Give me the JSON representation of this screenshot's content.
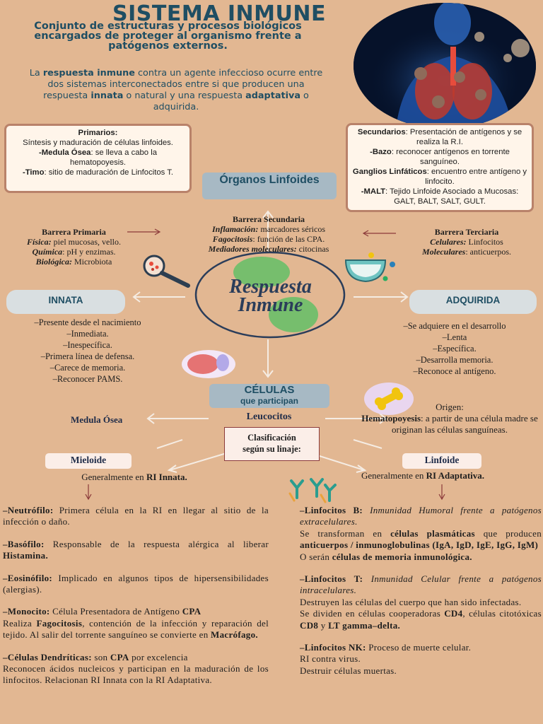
{
  "title": "SISTEMA INMUNE",
  "subtitle": "Conjunto de estructuras y procesos biológicos encargados de proteger al organismo frente a patógenos externos.",
  "intro": {
    "t1": "La ",
    "b1": "respuesta inmune",
    "t2": " contra un agente infeccioso ocurre entre dos sistemas interconectados entre si que producen una respuesta ",
    "b2": "innata",
    "t3": " o natural y una respuesta ",
    "b3": "adaptativa",
    "t4": " o adquirida."
  },
  "primarios": {
    "heading": "Primarios:",
    "line1": "Síntesis y maduración de células linfoides.",
    "b2": "-Medula Ósea",
    "t2": ": se lleva a cabo la hematopoyesis.",
    "b3": "-Timo",
    "t3": ": sitio de maduración de Linfocitos T."
  },
  "secundarios": {
    "heading": "Secundarios",
    "line1": ": Presentación de antígenos y se realiza la R.I.",
    "b2": "-Bazo",
    "t2": ": reconocer antígenos en torrente sanguíneo.",
    "b3": "Ganglios Linfáticos",
    "t3": ": encuentro entre antígeno y linfocito.",
    "b4": "-MALT",
    "t4": ": Tejido Linfoide Asociado a Mucosas:  GALT, BALT, SALT, GULT."
  },
  "organos": "Órganos Linfoides",
  "barrera_secundaria": {
    "title": "Barrera  Secundaria",
    "l1k": "Inflamación:",
    "l1v": " marcadores séricos",
    "l2k": "Fagocitosis",
    "l2v": ": función de las CPA.",
    "l3k": "Mediadores moleculares:",
    "l3v": " citocinas"
  },
  "barrera_primaria": {
    "title": "Barrera Primaria",
    "l1k": "Física:",
    "l1v": " piel mucosas, vello.",
    "l2k": "Química",
    "l2v": ": pH y enzimas.",
    "l3k": "Biológica:",
    "l3v": " Microbiota"
  },
  "barrera_terciaria": {
    "title": "Barrera  Terciaria",
    "l1k": "Celulares:",
    "l1v": " Linfocitos",
    "l2k": "Moleculares",
    "l2v": ": anticuerpos."
  },
  "center": {
    "line1": "Respuesta",
    "line2": "Inmune"
  },
  "innata": {
    "label": "INNATA",
    "items": [
      "–Presente desde el nacimiento",
      "–Inmediata.",
      "–Inespecífica.",
      "–Primera línea de defensa.",
      "–Carece de memoria.",
      "–Reconocer PAMS."
    ]
  },
  "adquirida": {
    "label": "ADQUIRIDA",
    "items": [
      "–Se adquiere en el desarrollo",
      "–Lenta",
      "–Específica.",
      "–Desarrolla memoria.",
      "–Reconoce al antígeno."
    ]
  },
  "celulas": {
    "line1": "CÉLULAS",
    "line2": "que participan"
  },
  "medula": "Medula Ósea",
  "leucocitos": "Leucocitos",
  "origen": {
    "line1": "Origen:",
    "b": "Hematopoyesis",
    "t": ": a partir de una célula madre se originan las células sanguíneas."
  },
  "clasificacion": {
    "line1": "Clasificación",
    "line2": "según su linaje:"
  },
  "mieloide": {
    "label": "Mieloide",
    "general_t": "Generalmente en ",
    "general_b": "RI Innata."
  },
  "linfoide": {
    "label": "Linfoide",
    "general_t": "Generalmente en ",
    "general_b": "RI Adaptativa."
  },
  "mieloide_cells": {
    "neutro_b": "–Neutrófilo:",
    "neutro_t": " Primera célula en la RI en llegar al sitio de la infección o daño.",
    "baso_b": "–Basófilo:",
    "baso_t": " Responsable de la respuesta alérgica al liberar ",
    "baso_b2": "Histamina.",
    "eosi_b": "–Eosinófilo:",
    "eosi_t": " Implicado en algunos tipos de hipersensibilidades (alergias).",
    "mono_b": "–Monocito:",
    "mono_t": " Célula Presentadora de Antígeno ",
    "mono_b2": "CPA",
    "mono_t2": "Realiza ",
    "mono_b3": "Fagocitosis",
    "mono_t3": ", contención de la infección y reparación del tejido. Al salir del torrente sanguíneo se convierte en ",
    "mono_b4": "Macrófago.",
    "dend_b": "–Células Dendríticas:",
    "dend_t": " son ",
    "dend_b2": "CPA",
    "dend_t2": " por excelencia",
    "dend_t3": "Reconocen ácidos nucleicos y participan en la maduración de los linfocitos. Relacionan RI Innata con la RI Adaptativa."
  },
  "linfoide_cells": {
    "lb_b": "–Linfocitos B:",
    "lb_i": " Inmunidad Humoral frente a patógenos extracelulares.",
    "lb_t1": " Se transforman en ",
    "lb_b1": "células plasmáticas",
    "lb_t2": " que producen ",
    "lb_b2": "anticuerpos / inmunoglobulinas (IgA, IgD, IgE, IgG, IgM)",
    "lb_t3": "O serán ",
    "lb_b3": "células de memoria inmunológica.",
    "lt_b": "–Linfocitos T:",
    "lt_i": " Inmunidad Celular frente a patógenos intracelulares.",
    "lt_t1": "Destruyen las células del cuerpo que han sido infectadas.",
    "lt_t2": "Se dividen en células cooperadoras ",
    "lt_b1": "CD4",
    "lt_t3": ", células citotóxicas ",
    "lt_b2": "CD8",
    "lt_t4": " y ",
    "lt_b3": "LT gamma–delta.",
    "nk_b": "–Linfocitos NK:",
    "nk_t": " Proceso de muerte celular.",
    "nk_t2": "RI contra virus.",
    "nk_t3": "Destruir células muertas."
  },
  "colors": {
    "accent": "#1f4e63",
    "background": "#e2b792",
    "arrow": "#8b3a3a"
  }
}
